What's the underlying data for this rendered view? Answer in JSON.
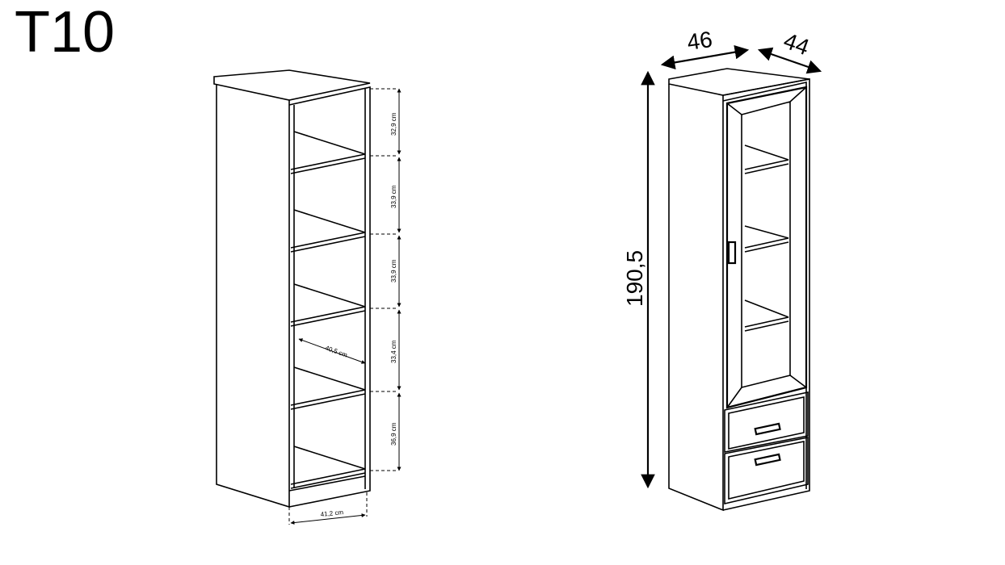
{
  "title": "T10",
  "left_view": {
    "shelf_heights": [
      "32,9 cm",
      "33,9 cm",
      "33,9 cm",
      "33,4 cm",
      "36,9 cm"
    ],
    "inner_depth": "40,5 cm",
    "inner_width": "41,2 cm"
  },
  "right_view": {
    "width": "46",
    "depth": "44",
    "height": "190,5"
  }
}
